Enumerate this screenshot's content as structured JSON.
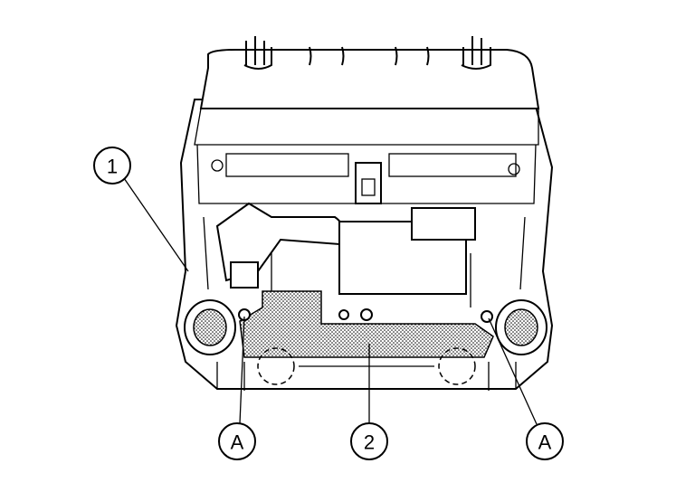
{
  "diagram": {
    "callouts": [
      {
        "id": "part-1",
        "label": "1"
      },
      {
        "id": "part-2",
        "label": "2"
      },
      {
        "id": "point-a-left",
        "label": "A"
      },
      {
        "id": "point-a-right",
        "label": "A"
      }
    ]
  }
}
